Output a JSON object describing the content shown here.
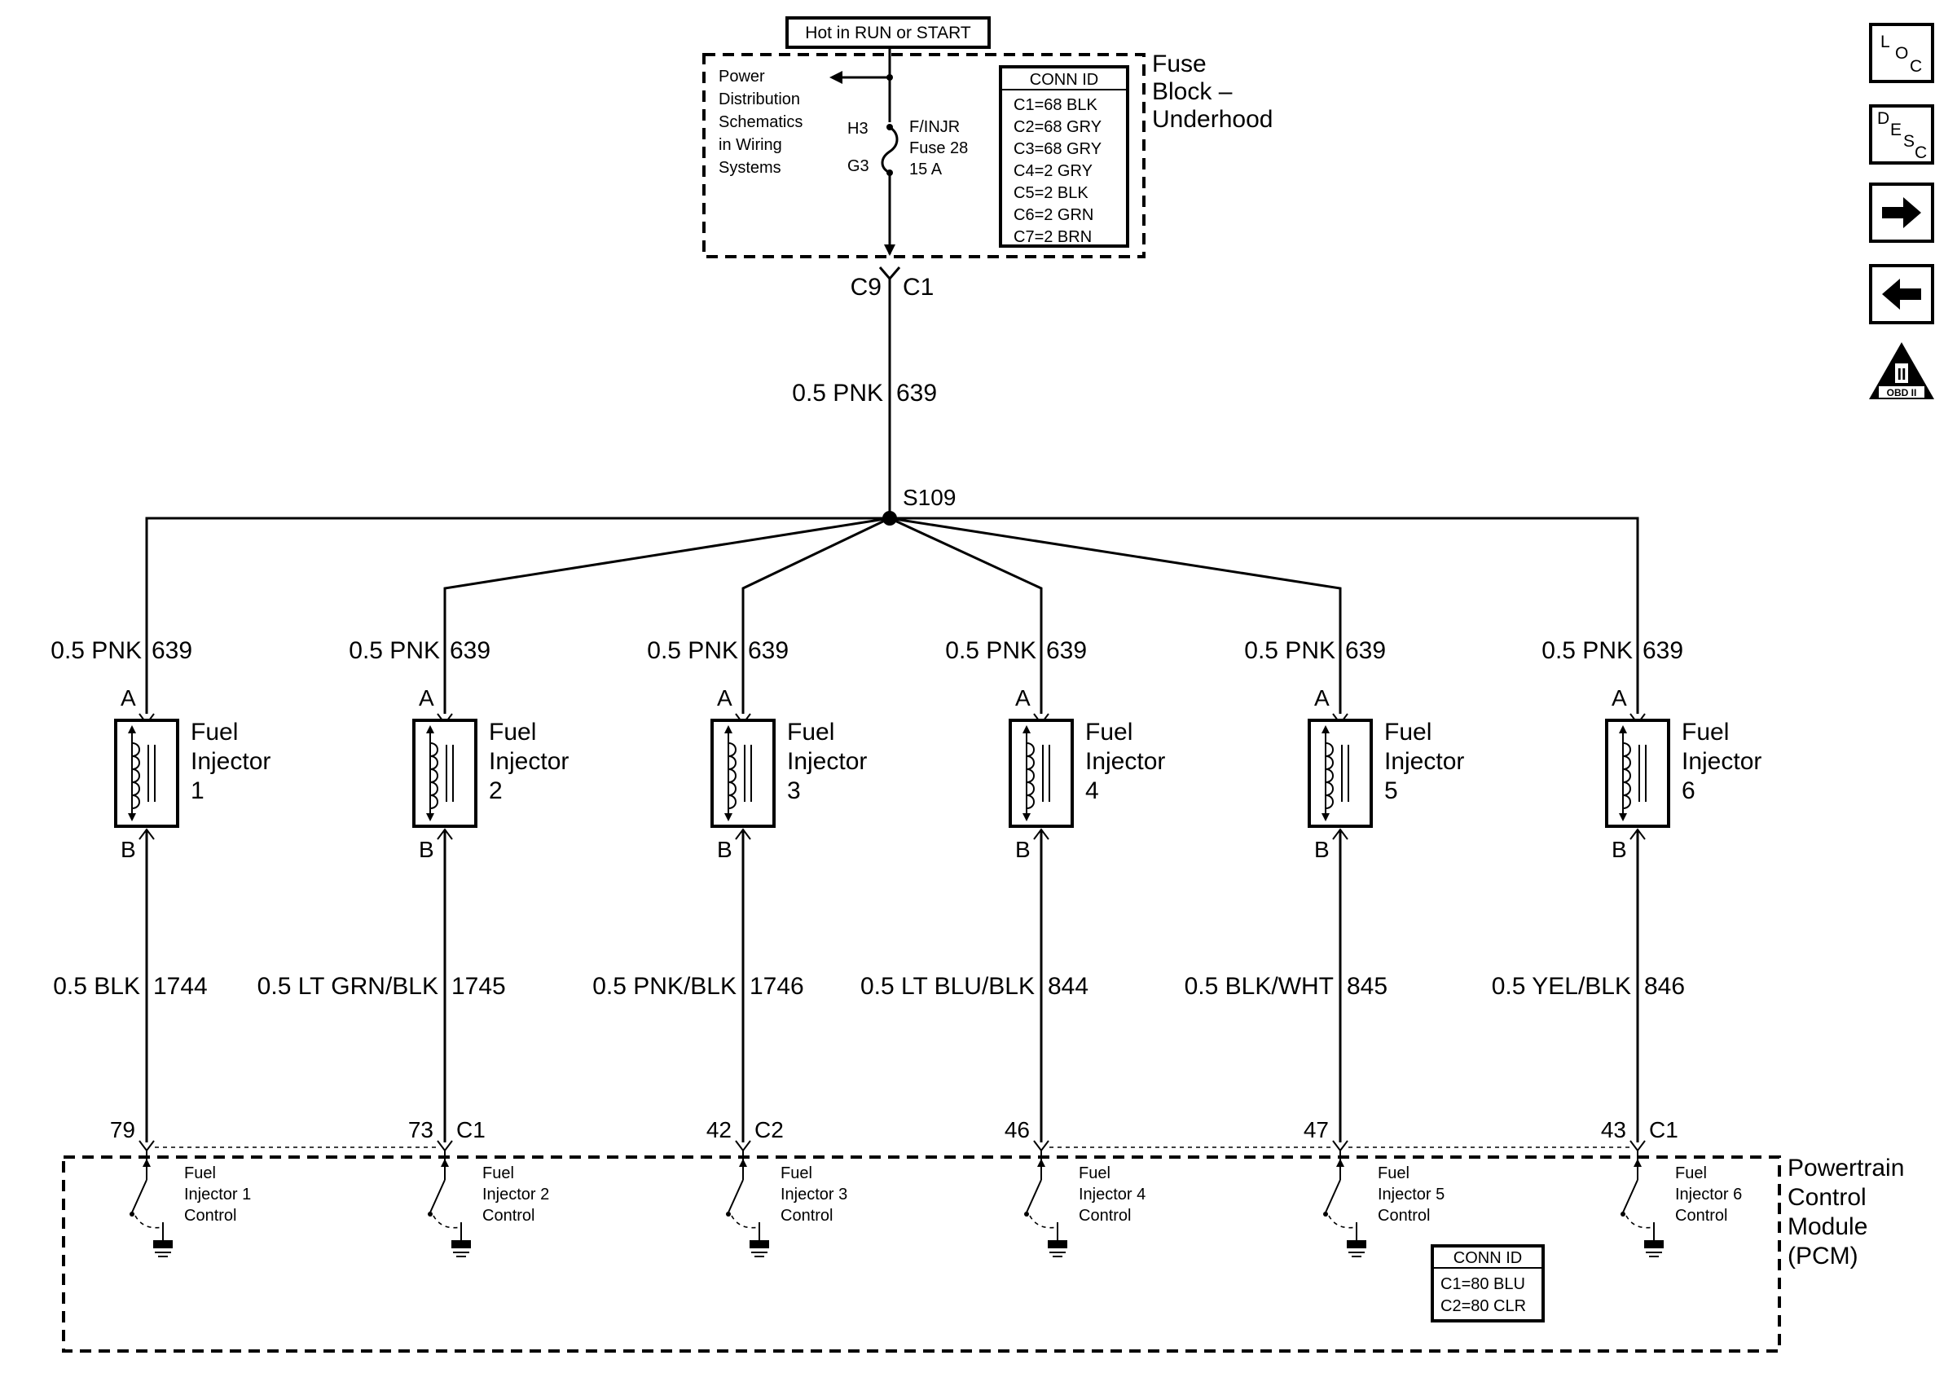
{
  "header": {
    "hot_label": "Hot in RUN or START"
  },
  "fuse_block": {
    "title_lines": [
      "Fuse",
      "Block –",
      "Underhood"
    ],
    "power_ref_lines": [
      "Power",
      "Distribution",
      "Schematics",
      "in Wiring",
      "Systems"
    ],
    "terminal_top": "H3",
    "terminal_bottom": "G3",
    "fuse_label_lines": [
      "F/INJR",
      "Fuse 28",
      "15 A"
    ],
    "conn_id_title": "CONN ID",
    "conn_ids": [
      "C1=68 BLK",
      "C2=68 GRY",
      "C3=68 GRY",
      "C4=2 GRY",
      "C5=2 BLK",
      "C6=2 GRN",
      "C7=2 BRN"
    ],
    "connector_left": "C9",
    "connector_right": "C1"
  },
  "main_wire": {
    "gauge_color": "0.5 PNK",
    "circuit": "639"
  },
  "splice": {
    "label": "S109"
  },
  "injectors": [
    {
      "feed_gauge": "0.5 PNK",
      "feed_circuit": "639",
      "pin_a": "A",
      "pin_b": "B",
      "name_lines": [
        "Fuel",
        "Injector",
        "1"
      ],
      "ret_gauge": "0.5 BLK",
      "ret_circuit": "1744",
      "pcm_pin": "79",
      "pcm_conn": "",
      "control_lines": [
        "Fuel",
        "Injector 1",
        "Control"
      ]
    },
    {
      "feed_gauge": "0.5 PNK",
      "feed_circuit": "639",
      "pin_a": "A",
      "pin_b": "B",
      "name_lines": [
        "Fuel",
        "Injector",
        "2"
      ],
      "ret_gauge": "0.5 LT GRN/BLK",
      "ret_circuit": "1745",
      "pcm_pin": "73",
      "pcm_conn": "C1",
      "control_lines": [
        "Fuel",
        "Injector 2",
        "Control"
      ]
    },
    {
      "feed_gauge": "0.5 PNK",
      "feed_circuit": "639",
      "pin_a": "A",
      "pin_b": "B",
      "name_lines": [
        "Fuel",
        "Injector",
        "3"
      ],
      "ret_gauge": "0.5 PNK/BLK",
      "ret_circuit": "1746",
      "pcm_pin": "42",
      "pcm_conn": "C2",
      "control_lines": [
        "Fuel",
        "Injector 3",
        "Control"
      ]
    },
    {
      "feed_gauge": "0.5 PNK",
      "feed_circuit": "639",
      "pin_a": "A",
      "pin_b": "B",
      "name_lines": [
        "Fuel",
        "Injector",
        "4"
      ],
      "ret_gauge": "0.5 LT BLU/BLK",
      "ret_circuit": "844",
      "pcm_pin": "46",
      "pcm_conn": "",
      "control_lines": [
        "Fuel",
        "Injector 4",
        "Control"
      ]
    },
    {
      "feed_gauge": "0.5 PNK",
      "feed_circuit": "639",
      "pin_a": "A",
      "pin_b": "B",
      "name_lines": [
        "Fuel",
        "Injector",
        "5"
      ],
      "ret_gauge": "0.5 BLK/WHT",
      "ret_circuit": "845",
      "pcm_pin": "47",
      "pcm_conn": "",
      "control_lines": [
        "Fuel",
        "Injector 5",
        "Control"
      ]
    },
    {
      "feed_gauge": "0.5 PNK",
      "feed_circuit": "639",
      "pin_a": "A",
      "pin_b": "B",
      "name_lines": [
        "Fuel",
        "Injector",
        "6"
      ],
      "ret_gauge": "0.5 YEL/BLK",
      "ret_circuit": "846",
      "pcm_pin": "43",
      "pcm_conn": "C1",
      "control_lines": [
        "Fuel",
        "Injector 6",
        "Control"
      ]
    }
  ],
  "pcm": {
    "title_lines": [
      "Powertrain",
      "Control",
      "Module",
      "(PCM)"
    ],
    "conn_id_title": "CONN ID",
    "conn_ids": [
      "C1=80 BLU",
      "C2=80 CLR"
    ]
  },
  "nav": {
    "loc": {
      "letters": [
        "L",
        "O",
        "C"
      ]
    },
    "desc": {
      "letters": [
        "D",
        "E",
        "S",
        "C"
      ]
    },
    "next_icon": "arrow-right-icon",
    "prev_icon": "arrow-left-icon",
    "obd": {
      "numeral": "II",
      "label": "OBD II"
    }
  }
}
